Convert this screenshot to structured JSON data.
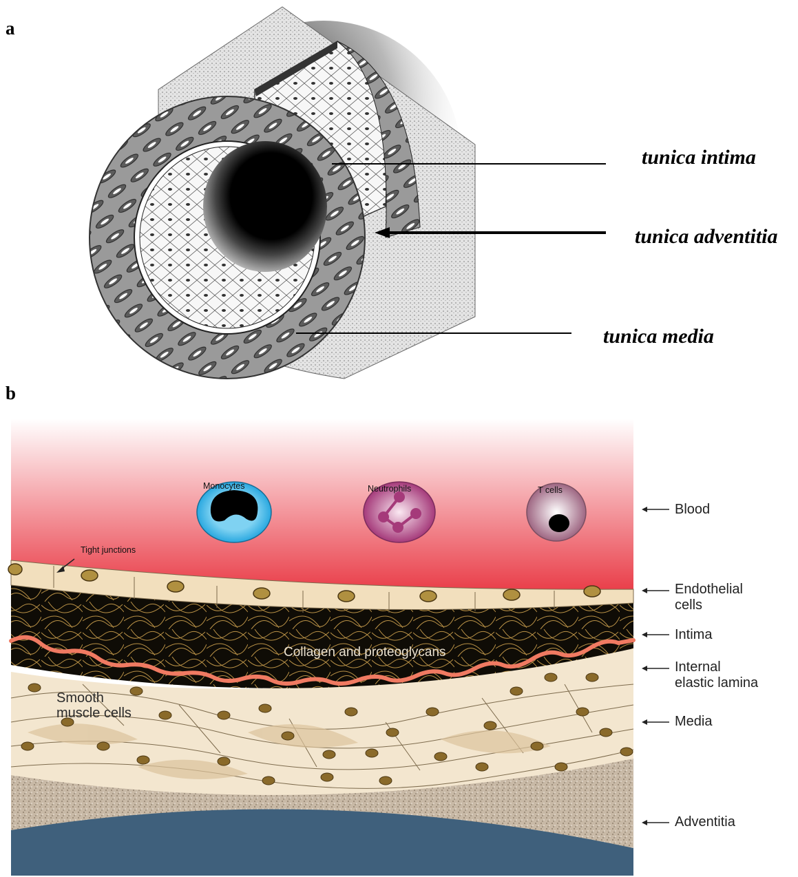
{
  "panel_a": {
    "letter": "a",
    "labels": {
      "intima": "tunica intima",
      "adventitia": "tunica adventitia",
      "media": "tunica media"
    }
  },
  "panel_b": {
    "letter": "b",
    "cells": {
      "monocytes": "Monocytes",
      "neutrophils": "Neutrophils",
      "tcells": "T cells"
    },
    "tight_junctions": "Tight junctions",
    "collagen": "Collagen and proteoglycans",
    "smooth_muscle": "Smooth\nmuscle cells",
    "layers": {
      "blood": "Blood",
      "endothelial": "Endothelial\ncells",
      "intima": "Intima",
      "iel": "Internal\nelastic lamina",
      "media": "Media",
      "adventitia": "Adventitia"
    },
    "colors": {
      "blood_top": "#ffffff",
      "blood_bottom": "#e8303c",
      "endothelium": "#f2dfbd",
      "nucleus": "#8a6a2a",
      "intima_bg": "#0f0c06",
      "fiber": "#b89045",
      "elastic": "#f07a62",
      "media_light": "#f3e6cf",
      "media_dark": "#dcc39c",
      "adventitia": "#c8b9a6",
      "lumen_blue": "#3f607c",
      "monocyte_ring": "#29a8e0",
      "neutrophil": "#a53a7a",
      "tcell": "#e8d2de"
    }
  }
}
